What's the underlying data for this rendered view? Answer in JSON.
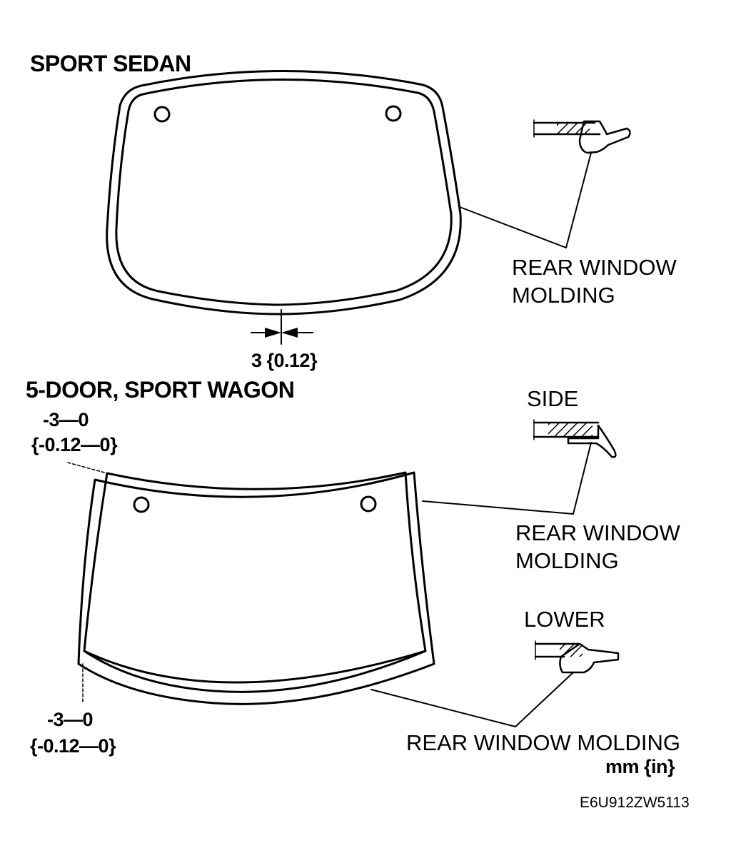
{
  "colors": {
    "ink": "#000000",
    "paper": "#ffffff"
  },
  "sport_sedan": {
    "title": "SPORT SEDAN",
    "gap_dimension": "3 {0.12}",
    "callout_line1": "REAR WINDOW",
    "callout_line2": "MOLDING"
  },
  "wagon": {
    "title": "5-DOOR, SPORT WAGON",
    "top_tolerance_mm": "-3—0",
    "top_tolerance_in": "{-0.12—0}",
    "bottom_tolerance_mm": "-3—0",
    "bottom_tolerance_in": "{-0.12—0}",
    "side_label": "SIDE",
    "side_callout_line1": "REAR WINDOW",
    "side_callout_line2": "MOLDING",
    "lower_label": "LOWER",
    "lower_callout": "REAR WINDOW MOLDING"
  },
  "units": "mm {in}",
  "figure_code": "E6U912ZW5113"
}
